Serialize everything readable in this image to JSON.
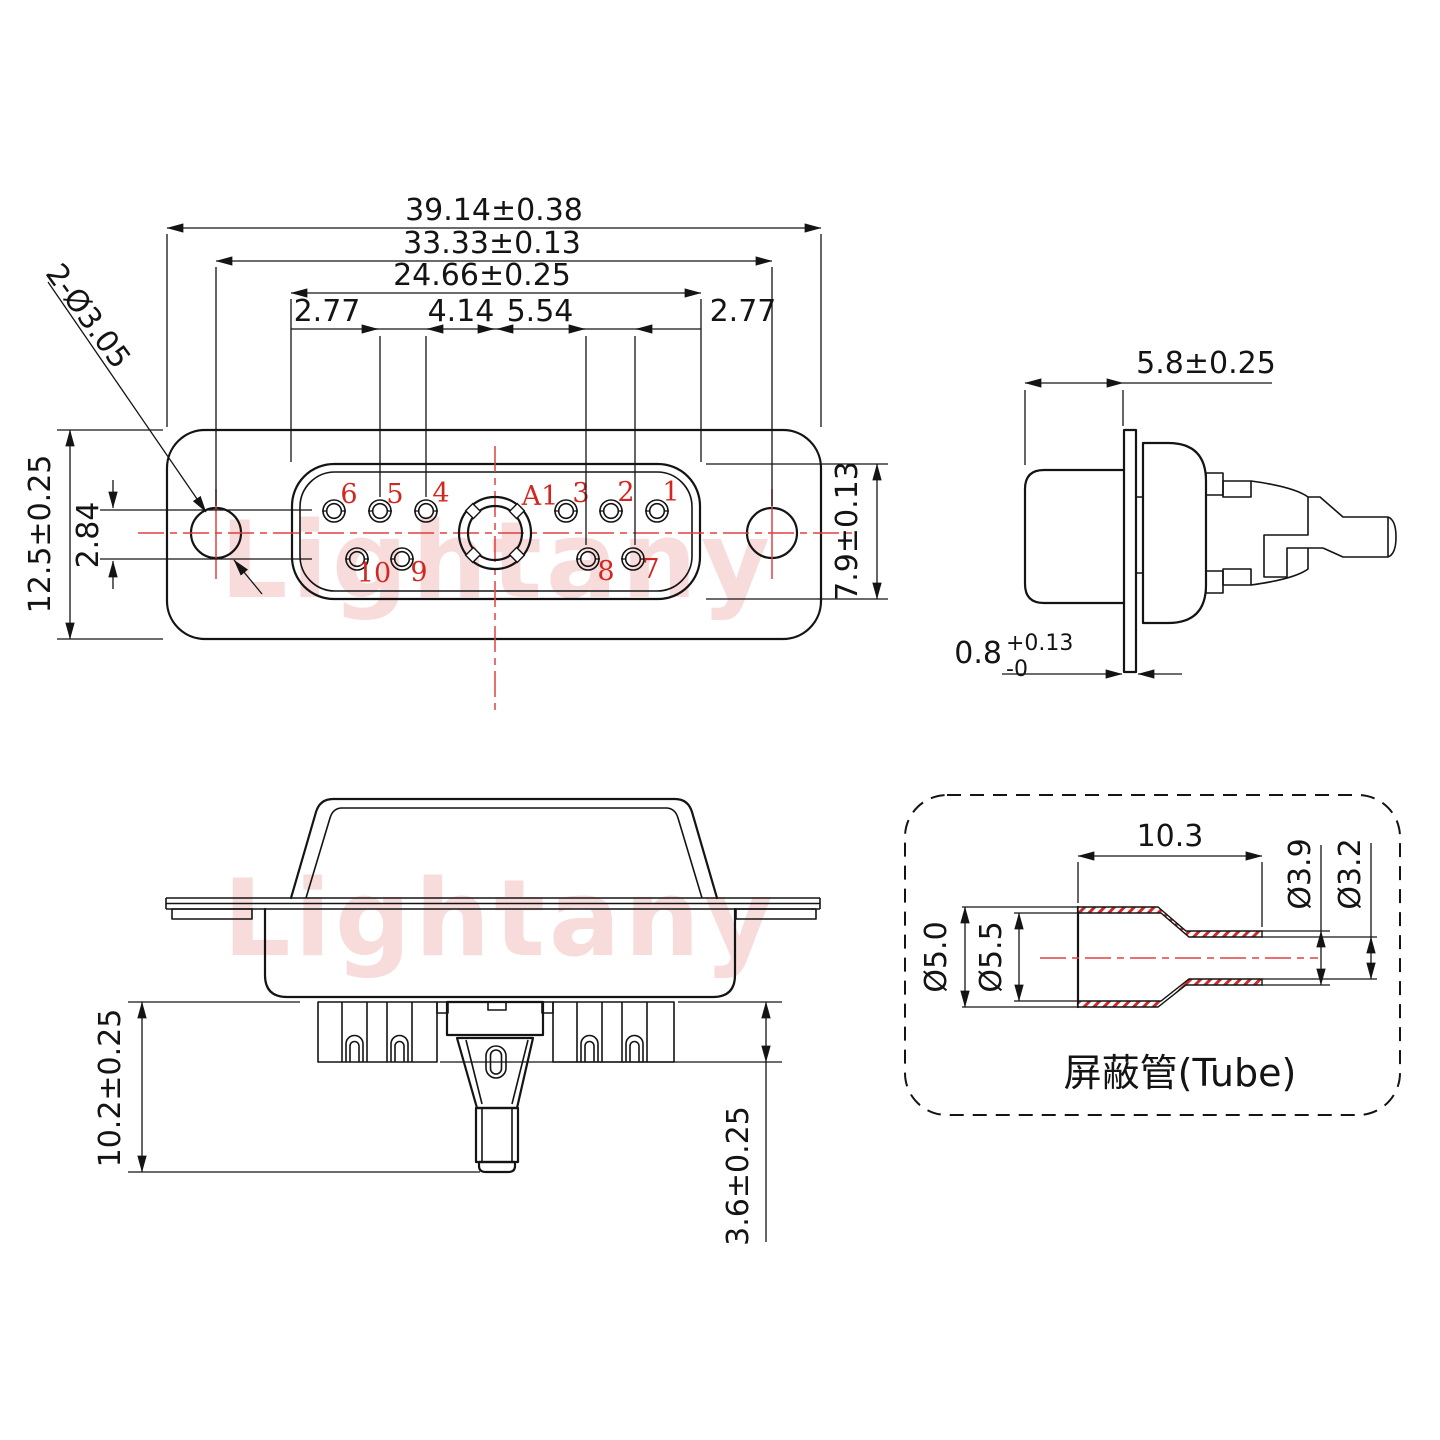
{
  "front": {
    "dim_total_width": "39.14±0.38",
    "dim_hole_span": "33.33±0.13",
    "dim_shell_width": "24.66±0.25",
    "dim_pitch_left": "2.77",
    "dim_pitch_mid1": "4.14",
    "dim_pitch_mid2": "5.54",
    "dim_pitch_right": "2.77",
    "dim_flange_height": "12.5±0.25",
    "dim_hole_offset": "2.84",
    "dim_shell_height": "7.9±0.13",
    "dim_mount_holes": "2-Ø3.05",
    "pins": {
      "p6": "6",
      "p5": "5",
      "p4": "4",
      "a1": "A1",
      "p3": "3",
      "p2": "2",
      "p1": "1",
      "p10": "10",
      "p9": "9",
      "p8": "8",
      "p7": "7"
    }
  },
  "side": {
    "dim_depth": "5.8±0.25",
    "dim_flange_thk_base": "0.8",
    "dim_flange_thk_plus": "+0.13",
    "dim_flange_thk_minus": "-0"
  },
  "bottom": {
    "dim_body_height": "10.2±0.25",
    "dim_contact_tail": "3.6±0.25"
  },
  "tube": {
    "dim_length": "10.3",
    "dim_outer_small": "Ø3.9",
    "dim_inner_small": "Ø3.2",
    "dim_outer_large": "Ø5.0",
    "dim_inner_large": "Ø5.5",
    "label": "屏蔽管(Tube)"
  },
  "watermark": {
    "text": "Lightany"
  },
  "colors": {
    "accent_red": "#d22720",
    "centerline_red": "#e04040",
    "watermark_pink": "#f8dbdb",
    "line": "#141414"
  }
}
